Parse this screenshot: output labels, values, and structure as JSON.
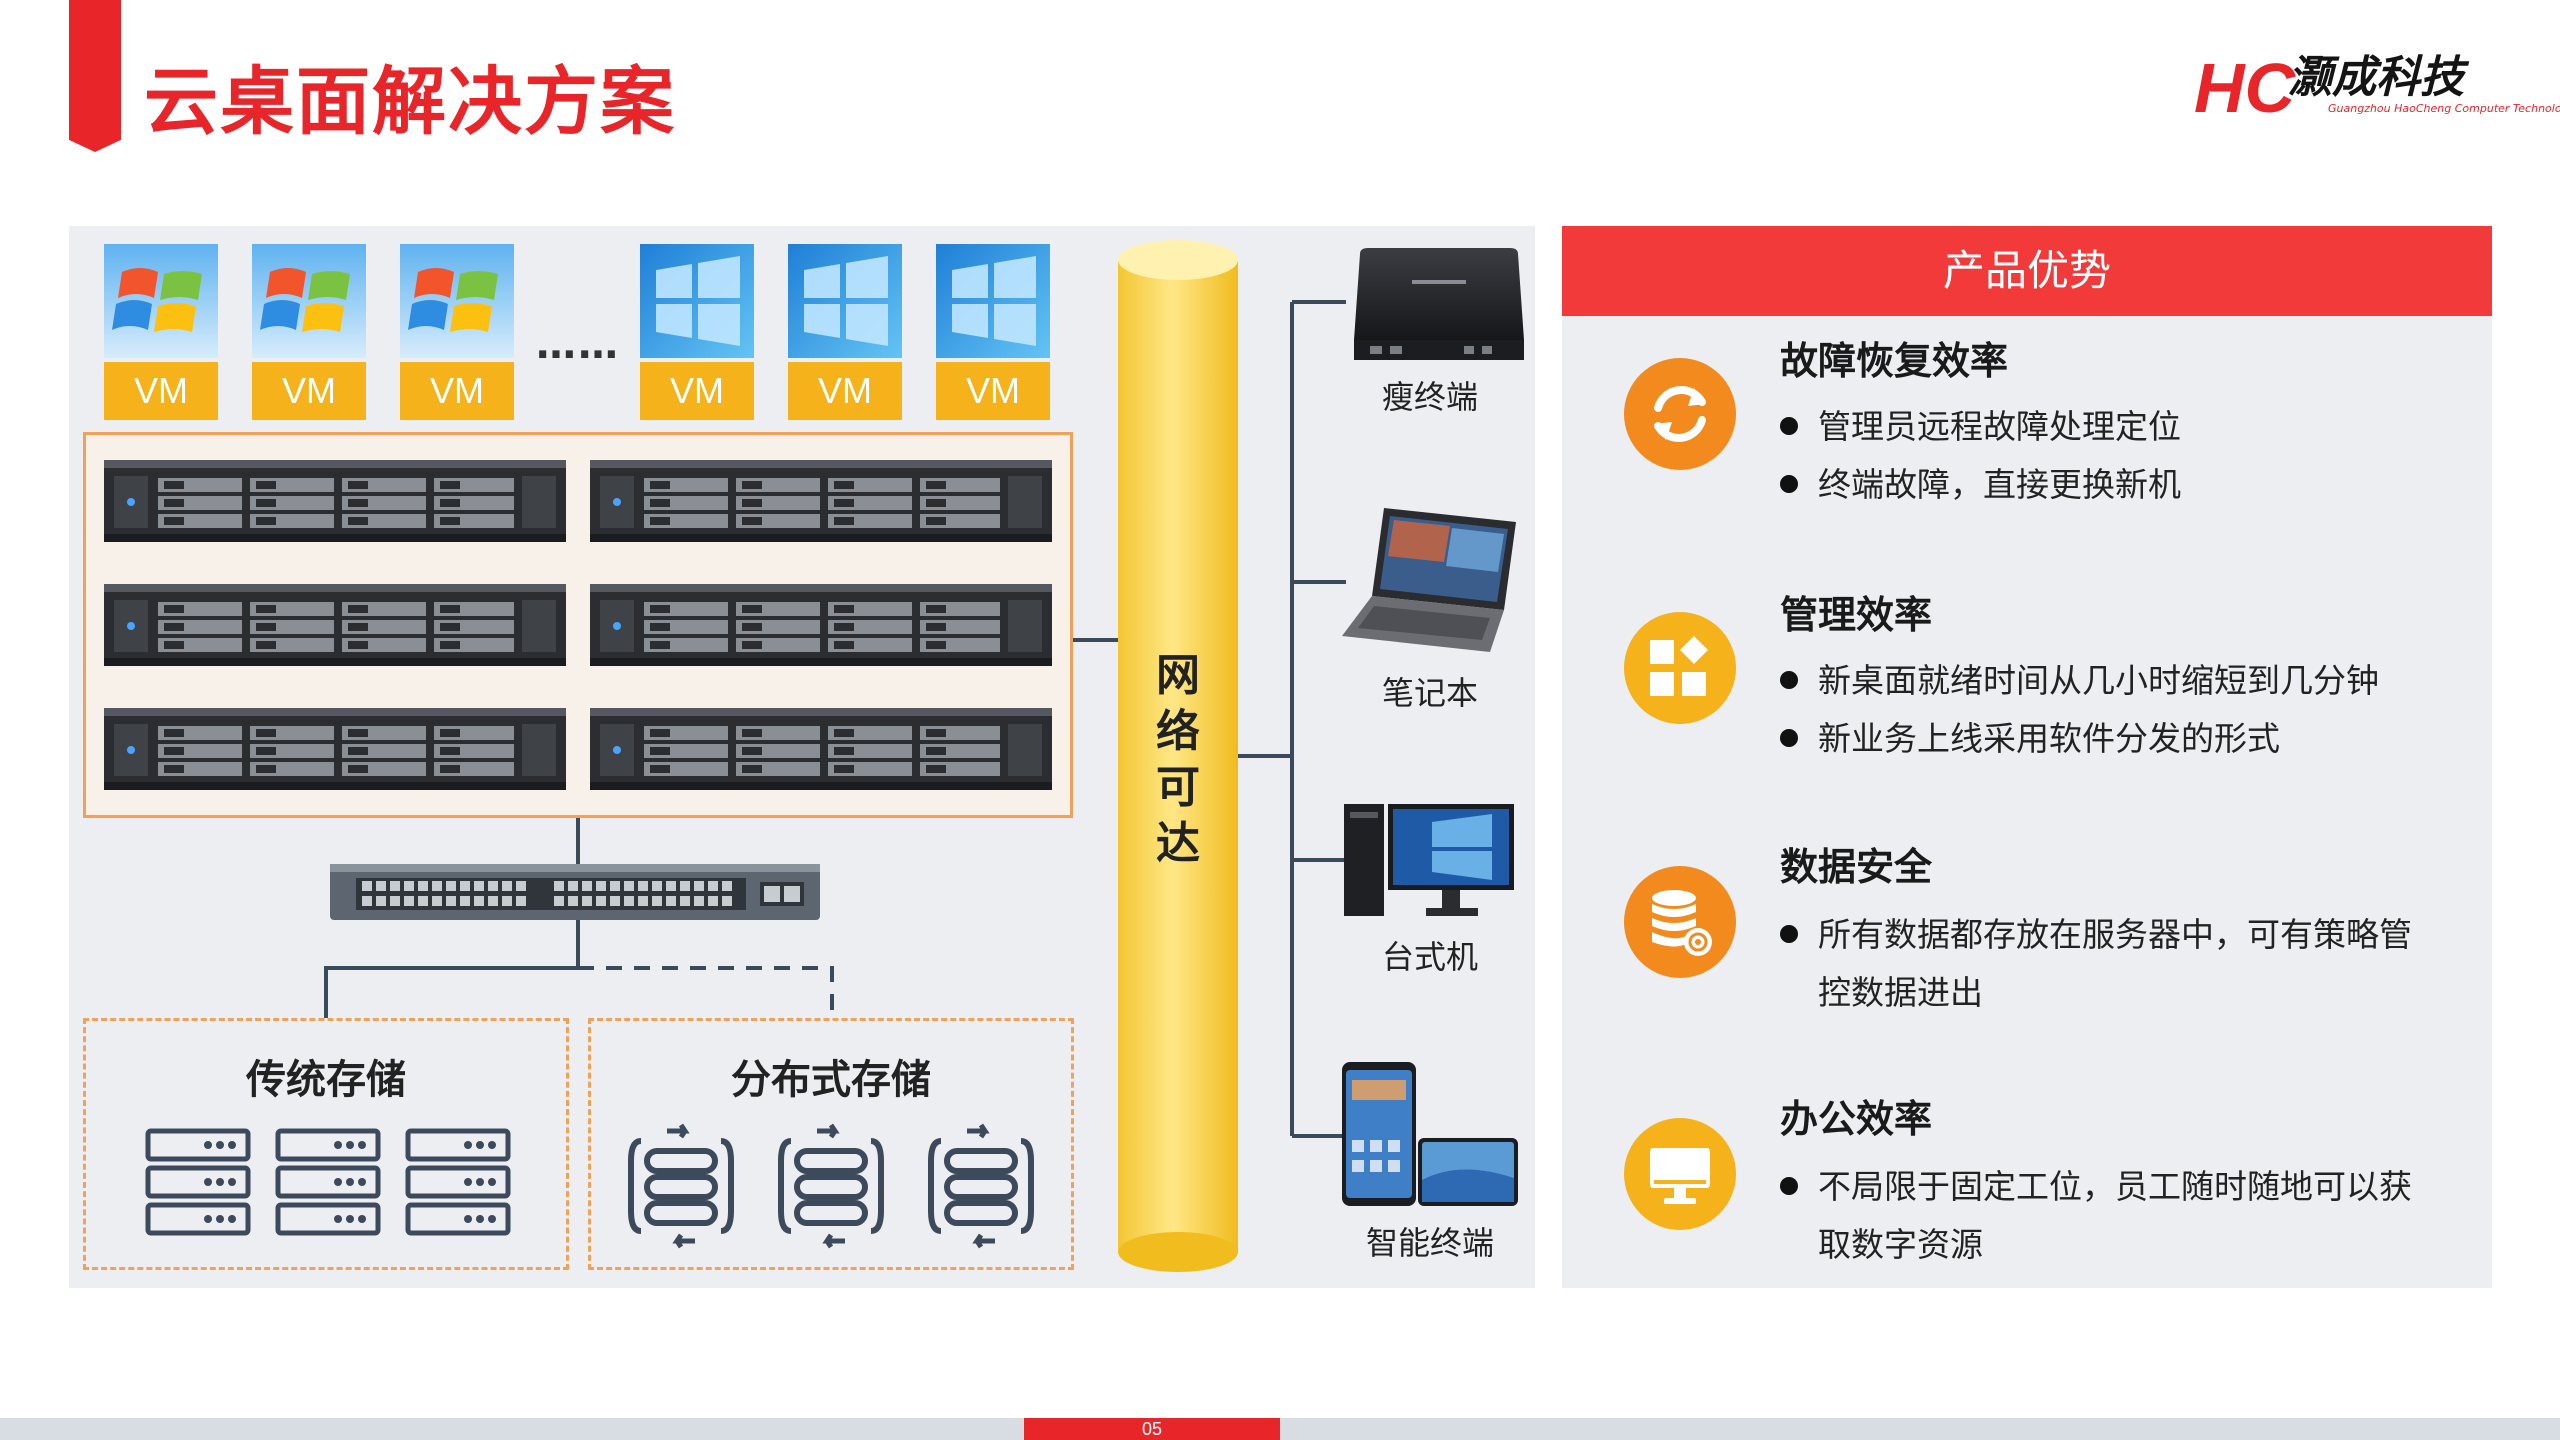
{
  "header": {
    "title": "云桌面解决方案",
    "logo_mark": "HC",
    "logo_name": "灏成科技",
    "logo_sub": "Guangzhou HaoCheng Computer Technology"
  },
  "diagram": {
    "vms": [
      {
        "label": "VM",
        "icon": "windows7-logo-icon"
      },
      {
        "label": "VM",
        "icon": "windows7-logo-icon"
      },
      {
        "label": "VM",
        "icon": "windows7-logo-icon"
      },
      {
        "label": "VM",
        "icon": "windows10-logo-icon"
      },
      {
        "label": "VM",
        "icon": "windows10-logo-icon"
      },
      {
        "label": "VM",
        "icon": "windows10-logo-icon"
      }
    ],
    "ellipsis": "……",
    "network_label": [
      "网",
      "络",
      "可",
      "达"
    ],
    "storage": {
      "traditional": "传统存储",
      "distributed": "分布式存储"
    },
    "devices": [
      {
        "label": "瘦终端",
        "icon": "thin-client-icon"
      },
      {
        "label": "笔记本",
        "icon": "laptop-icon"
      },
      {
        "label": "台式机",
        "icon": "desktop-pc-icon"
      },
      {
        "label": "智能终端",
        "icon": "smart-device-icon"
      }
    ]
  },
  "advantages": {
    "header": "产品优势",
    "items": [
      {
        "title": "故障恢复效率",
        "icon": "refresh-icon",
        "color": "#f28a1e",
        "bullets": [
          {
            "text": "管理员远程故障处理定位",
            "cont": ""
          },
          {
            "text": "终端故障，直接更换新机",
            "cont": ""
          }
        ]
      },
      {
        "title": "管理效率",
        "icon": "app-grid-icon",
        "color": "#f5b21a",
        "bullets": [
          {
            "text": "新桌面就绪时间从几小时缩短到几分钟",
            "cont": ""
          },
          {
            "text": "新业务上线采用软件分发的形式",
            "cont": ""
          }
        ]
      },
      {
        "title": "数据安全",
        "icon": "database-icon",
        "color": "#f28a1e",
        "bullets": [
          {
            "text": "所有数据都存放在服务器中，可有策略管",
            "cont": "控数据进出"
          }
        ]
      },
      {
        "title": "办公效率",
        "icon": "monitor-icon",
        "color": "#f5b21a",
        "bullets": [
          {
            "text": "不局限于固定工位，员工随时随地可以获",
            "cont": "取数字资源"
          }
        ]
      }
    ]
  },
  "footer": {
    "page": "05"
  }
}
